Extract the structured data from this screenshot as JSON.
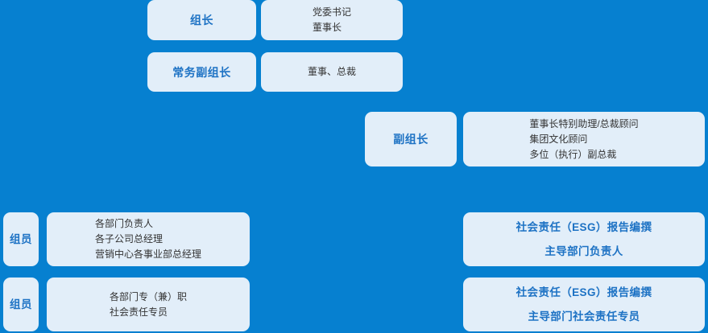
{
  "theme": {
    "background_color": "#0680d0",
    "card_color": "#e2eef9",
    "accent_text_color": "#1d72c4",
    "body_text_color": "#333333"
  },
  "chart_title": "",
  "rows": [
    {
      "id": "row-group-leader",
      "role": {
        "label": "组长"
      },
      "detail": {
        "lines": [
          "党委书记",
          "董事长"
        ]
      }
    },
    {
      "id": "row-executive-deputy-leader",
      "role": {
        "label": "常务副组长"
      },
      "detail": {
        "lines": [
          "董事、总裁"
        ]
      }
    },
    {
      "id": "row-deputy-leader",
      "role": {
        "label": "副组长"
      },
      "detail": {
        "lines": [
          "董事长特别助理/总裁顾问",
          "集团文化顾问",
          "多位（执行）副总裁"
        ]
      }
    },
    {
      "id": "row-member-1",
      "tag": {
        "label": "组员"
      },
      "detail": {
        "lines": [
          "各部门负责人",
          "各子公司总经理",
          "营销中心各事业部总经理"
        ]
      },
      "esg": {
        "lines": [
          "社会责任（ESG）报告编撰",
          "主导部门负责人"
        ]
      }
    },
    {
      "id": "row-member-2",
      "tag": {
        "label": "组员"
      },
      "detail": {
        "lines": [
          "各部门专（兼）职",
          "社会责任专员"
        ]
      },
      "esg": {
        "lines": [
          "社会责任（ESG）报告编撰",
          "主导部门社会责任专员"
        ]
      }
    }
  ]
}
